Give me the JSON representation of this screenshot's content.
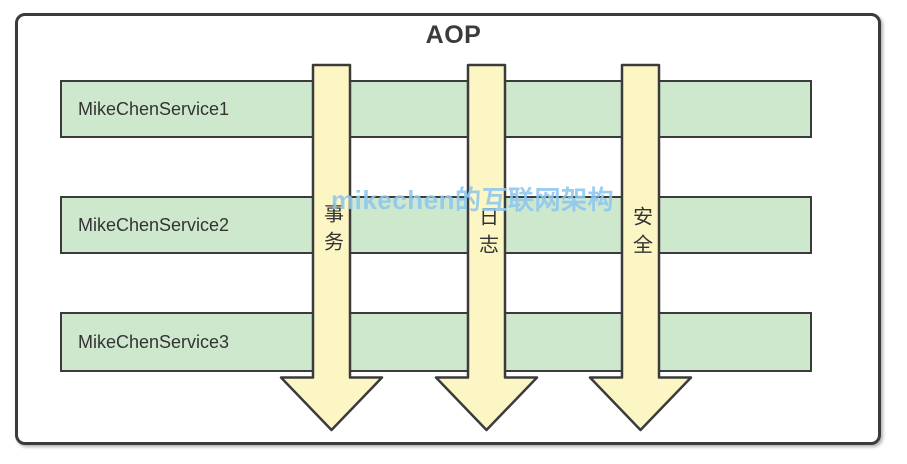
{
  "title": "AOP",
  "services": [
    {
      "label": "MikeChenService1"
    },
    {
      "label": "MikeChenService2"
    },
    {
      "label": "MikeChenService3"
    }
  ],
  "aspects": [
    {
      "label": "事务",
      "meaning": "transaction"
    },
    {
      "label": "日志",
      "meaning": "logging"
    },
    {
      "label": "安全",
      "meaning": "security"
    }
  ],
  "watermark": "mikechen的互联网架构",
  "colors": {
    "service_fill": "#cee8cd",
    "arrow_fill": "#fcf6c5",
    "outline": "#3b3b3b",
    "text": "#333333",
    "watermark_blue": "#8ec7ee"
  }
}
